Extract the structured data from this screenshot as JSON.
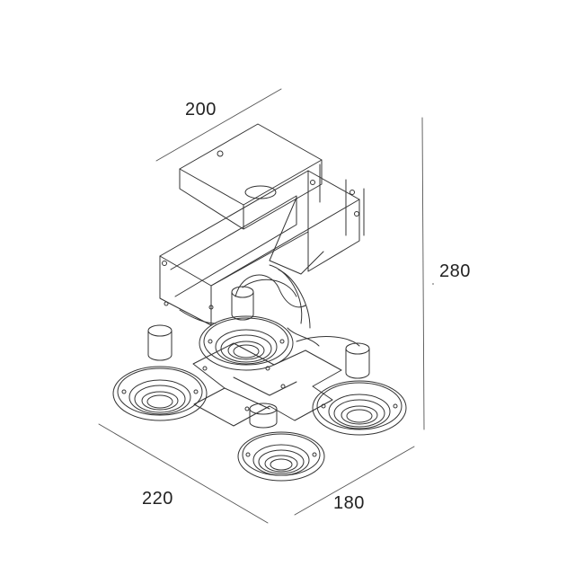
{
  "dimensions": {
    "top_width": "200",
    "height": "280",
    "left_depth": "220",
    "right_depth": "180"
  },
  "colors": {
    "line": "#333333",
    "dim_line": "#555555",
    "background": "#ffffff"
  }
}
